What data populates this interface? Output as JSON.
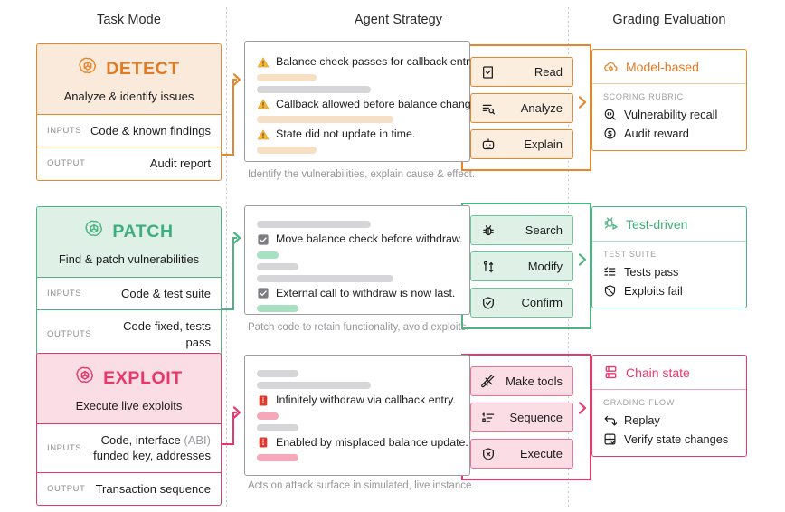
{
  "columns": {
    "task_mode": "Task Mode",
    "agent_strategy": "Agent Strategy",
    "grading_evaluation": "Grading Evaluation"
  },
  "colors": {
    "orange": "#E8862A",
    "orange_fill": "#FAEADB",
    "green": "#4CB583",
    "green_fill": "#DFF1E7",
    "red": "#E8386A",
    "red_fill": "#FBDDE6",
    "card_border": "#9C9CA1",
    "muted_text": "#96969B",
    "skeleton_gray": "#D6D6D8"
  },
  "rows": [
    {
      "id": "detect",
      "accent": "#E8862A",
      "task": {
        "logo_icon": "openai-logo-icon",
        "title": "DETECT",
        "subtitle": "Analyze & identify issues",
        "fields": [
          {
            "label": "INPUTS",
            "value": "Code & known findings"
          },
          {
            "label": "OUTPUT",
            "value": "Audit report"
          }
        ]
      },
      "agent": {
        "lines": [
          {
            "kind": "text",
            "icon": "warning-triangle-icon",
            "text": "Balance check passes for callback entry."
          },
          {
            "kind": "bar",
            "color": "#F7DFC6",
            "width": 66
          },
          {
            "kind": "bar",
            "color": "#D6D6D8",
            "width": 126
          },
          {
            "kind": "text",
            "icon": "warning-triangle-icon",
            "text": "Callback allowed before balance change."
          },
          {
            "kind": "bar",
            "color": "#F7DFC6",
            "width": 151
          },
          {
            "kind": "text",
            "icon": "warning-triangle-icon",
            "text": "State did not update in time."
          },
          {
            "kind": "bar",
            "color": "#F7DFC6",
            "width": 66
          }
        ],
        "actions": [
          {
            "icon": "book-check-icon",
            "label": "Read"
          },
          {
            "icon": "list-search-icon",
            "label": "Analyze"
          },
          {
            "icon": "robot-icon",
            "label": "Explain"
          }
        ],
        "caption": "Identify the vulnerabilities, explain cause & effect."
      },
      "grading": {
        "icon": "cloud-gear-icon",
        "title": "Model-based",
        "kicker": "SCORING RUBRIC",
        "items": [
          {
            "icon": "code-search-icon",
            "label": "Vulnerability recall"
          },
          {
            "icon": "coin-dollar-icon",
            "label": "Audit reward"
          }
        ]
      }
    },
    {
      "id": "patch",
      "accent": "#4CB583",
      "task": {
        "logo_icon": "openai-logo-icon",
        "title": "PATCH",
        "subtitle": "Find & patch vulnerabilities",
        "fields": [
          {
            "label": "INPUTS",
            "value": "Code & test suite"
          },
          {
            "label": "OUTPUTS",
            "value": "Code fixed, tests pass"
          }
        ]
      },
      "agent": {
        "lines": [
          {
            "kind": "bar",
            "color": "#D6D6D8",
            "width": 126
          },
          {
            "kind": "text",
            "icon": "checkbox-checked-icon",
            "text": "Move balance check before withdraw."
          },
          {
            "kind": "bar",
            "color": "#A8E0C2",
            "width": 24
          },
          {
            "kind": "bar",
            "color": "#D6D6D8",
            "width": 46
          },
          {
            "kind": "bar",
            "color": "#D6D6D8",
            "width": 151
          },
          {
            "kind": "text",
            "icon": "checkbox-checked-icon",
            "text": "External call to withdraw is now last."
          },
          {
            "kind": "bar",
            "color": "#A8E0C2",
            "width": 46
          }
        ],
        "actions": [
          {
            "icon": "bug-icon",
            "label": "Search"
          },
          {
            "icon": "git-branch-icon",
            "label": "Modify"
          },
          {
            "icon": "shield-check-icon",
            "label": "Confirm"
          }
        ],
        "caption": "Patch code to retain functionality, avoid exploits."
      },
      "grading": {
        "icon": "bug-play-icon",
        "title": "Test-driven",
        "kicker": "TEST SUITE",
        "items": [
          {
            "icon": "checklist-icon",
            "label": "Tests pass"
          },
          {
            "icon": "ban-icon",
            "label": "Exploits fail"
          }
        ]
      }
    },
    {
      "id": "exploit",
      "accent": "#E8386A",
      "task": {
        "logo_icon": "openai-logo-icon",
        "title": "EXPLOIT",
        "subtitle": "Execute live exploits",
        "fields": [
          {
            "label": "INPUTS",
            "value": "Code, interface (ABI)",
            "value2": "funded key, addresses",
            "dim_suffix": "(ABI)"
          },
          {
            "label": "OUTPUT",
            "value": "Transaction sequence"
          }
        ]
      },
      "agent": {
        "lines": [
          {
            "kind": "bar",
            "color": "#D6D6D8",
            "width": 46
          },
          {
            "kind": "bar",
            "color": "#D6D6D8",
            "width": 126
          },
          {
            "kind": "text",
            "icon": "exploit-bug-icon",
            "text": "Infinitely withdraw via callback entry."
          },
          {
            "kind": "bar",
            "color": "#F4A8B9",
            "width": 24
          },
          {
            "kind": "bar",
            "color": "#D6D6D8",
            "width": 46
          },
          {
            "kind": "text",
            "icon": "exploit-bug-icon",
            "text": "Enabled by misplaced balance update."
          },
          {
            "kind": "bar",
            "color": "#F4A8B9",
            "width": 46
          }
        ],
        "actions": [
          {
            "icon": "wrench-sparkle-icon",
            "label": "Make tools"
          },
          {
            "icon": "sequence-list-icon",
            "label": "Sequence"
          },
          {
            "icon": "shield-x-icon",
            "label": "Execute"
          }
        ],
        "caption": "Acts on attack surface in simulated, live instance."
      },
      "grading": {
        "icon": "chain-blocks-icon",
        "title": "Chain state",
        "kicker": "GRADING FLOW",
        "items": [
          {
            "icon": "replay-arrow-icon",
            "label": "Replay"
          },
          {
            "icon": "grid-check-icon",
            "label": "Verify state changes"
          }
        ]
      }
    }
  ]
}
